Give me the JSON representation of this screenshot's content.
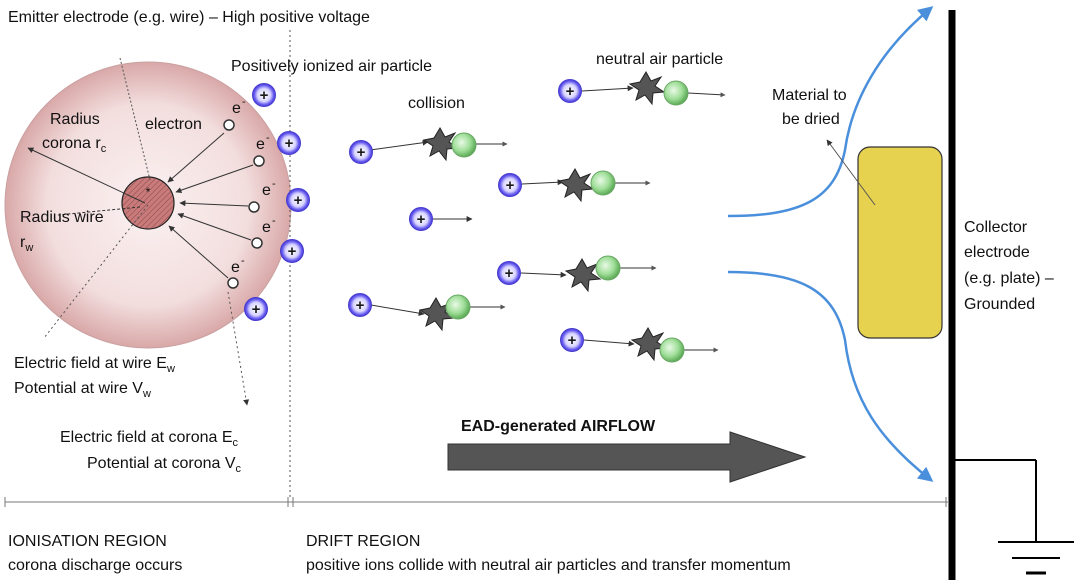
{
  "labels": {
    "emitter": "Emitter electrode (e.g. wire) – High positive voltage",
    "ionized": "Positively ionized air particle",
    "neutral": "neutral air particle",
    "collision": "collision",
    "material_1": "Material to",
    "material_2": "be dried",
    "electron": "electron",
    "radius_corona_1": "Radius",
    "radius_corona_2": "corona r",
    "radius_corona_sub": "c",
    "radius_wire_1": "Radius wire",
    "radius_wire_2": "r",
    "radius_wire_sub": "w",
    "field_wire": "Electric field at wire E",
    "field_wire_sub": "w",
    "pot_wire": "Potential at wire V",
    "pot_wire_sub": "w",
    "field_corona": "Electric field at corona E",
    "field_corona_sub": "c",
    "pot_corona": "Potential at corona V",
    "pot_corona_sub": "c",
    "airflow": "EAD-generated AIRFLOW",
    "collector_1": "Collector",
    "collector_2": "electrode",
    "collector_3": "(e.g. plate) –",
    "collector_4": "Grounded",
    "ion_region_1": "IONISATION REGION",
    "ion_region_2": "corona discharge occurs",
    "drift_region_1": "DRIFT REGION",
    "drift_region_2": "positive ions collide with neutral air particles and transfer momentum",
    "electron_symbol": "e",
    "electron_sup": "-",
    "ion_symbol": "+",
    "wire_mark": "*"
  },
  "colors": {
    "ion": "#5a4fe0",
    "neutral": "#8fd48a",
    "corona": "#efd5d5",
    "wire": "#c97a7a",
    "material": "#e6d24f",
    "flow_lines": "#4a8fdc",
    "airflow_arrow": "#555555"
  }
}
